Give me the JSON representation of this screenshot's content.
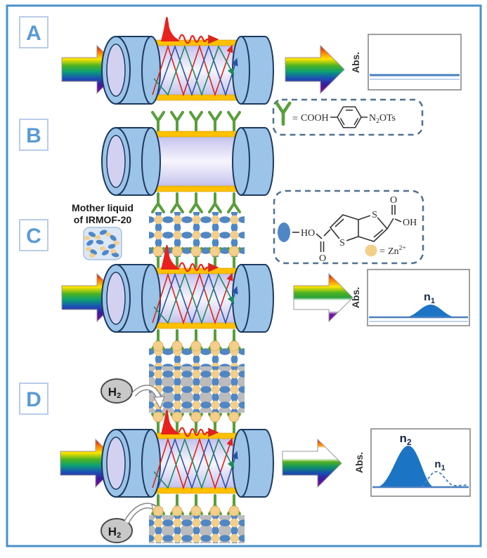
{
  "colors": {
    "frame_border": "#4a90c8",
    "panel_letter": "#5b9bd5",
    "fiber_jacket": "#9cc3e8",
    "coating_yellow": "#ffc000",
    "linker_green": "#5a9e3c",
    "zn_node_yellow": "#f3cf8b",
    "mof_linker_blue": "#4f86c6",
    "h2_gray": "#c8c8c8",
    "pulse_red": "#e8211d",
    "plot_line_blue": "#4a7fc0",
    "peak_fill_blue": "#1b74c4"
  },
  "panel_a": {
    "label": "A",
    "plot": {
      "ylabel": "Abs."
    }
  },
  "panel_b": {
    "label": "B"
  },
  "linker_legend": {
    "equals": "=",
    "cooh": "COOH",
    "n": "N",
    "n_sub": "2",
    "ots": "OTs"
  },
  "panel_c": {
    "label": "C",
    "mother_liquid_line1": "Mother liquid",
    "mother_liquid_line2": "of IRMOF-20",
    "plot": {
      "ylabel": "Abs.",
      "peak1": "n",
      "peak1_sub": "1"
    }
  },
  "mof_legend": {
    "ho": "HO",
    "o_left": "O",
    "s_bottom": "S",
    "s_top": "S",
    "o_right": "O",
    "oh": "OH",
    "equals": "=",
    "zn": "Zn",
    "zn_sup": "2+"
  },
  "panel_d": {
    "label": "D",
    "h2": "H",
    "h2_sub": "2",
    "plot": {
      "ylabel": "Abs.",
      "peak2": "n",
      "peak2_sub": "2",
      "peak1": "n",
      "peak1_sub": "1"
    }
  }
}
